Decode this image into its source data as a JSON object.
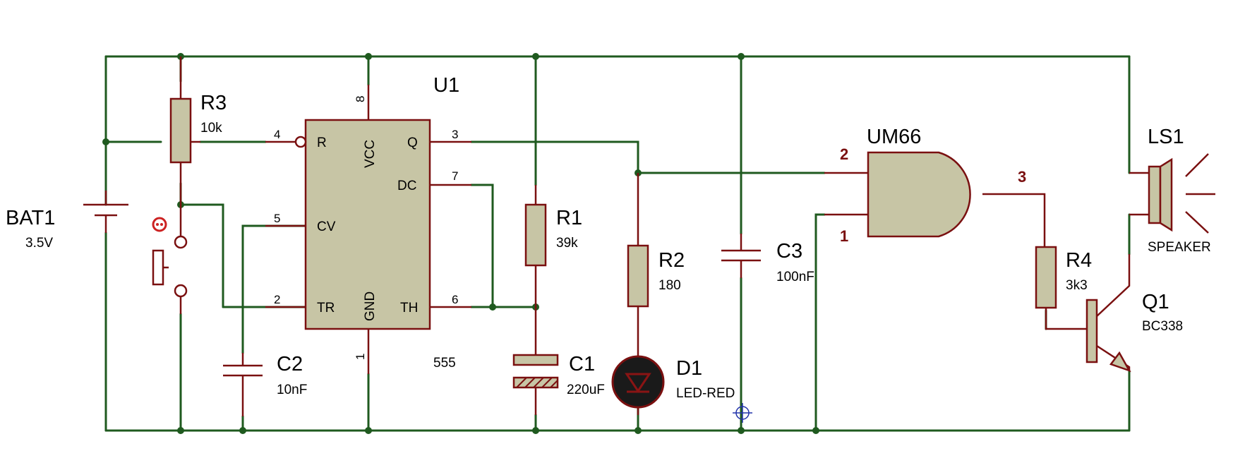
{
  "components": {
    "bat1": {
      "ref": "BAT1",
      "value": "3.5V"
    },
    "r3": {
      "ref": "R3",
      "value": "10k"
    },
    "u1": {
      "ref": "U1",
      "value": "555",
      "pins": {
        "R": "R",
        "VCC": "VCC",
        "Q": "Q",
        "DC": "DC",
        "CV": "CV",
        "TR": "TR",
        "GND": "GND",
        "TH": "TH"
      },
      "pin_numbers": {
        "p4": "4",
        "p8": "8",
        "p3": "3",
        "p7": "7",
        "p5": "5",
        "p2": "2",
        "p1": "1",
        "p6": "6"
      }
    },
    "c2": {
      "ref": "C2",
      "value": "10nF"
    },
    "r1": {
      "ref": "R1",
      "value": "39k"
    },
    "c1": {
      "ref": "C1",
      "value": "220uF"
    },
    "r2": {
      "ref": "R2",
      "value": "180"
    },
    "d1": {
      "ref": "D1",
      "value": "LED-RED"
    },
    "c3": {
      "ref": "C3",
      "value": "100nF"
    },
    "um66": {
      "ref": "UM66",
      "pin_numbers": {
        "p2": "2",
        "p1": "1",
        "p3": "3"
      }
    },
    "r4": {
      "ref": "R4",
      "value": "3k3"
    },
    "q1": {
      "ref": "Q1",
      "value": "BC338"
    },
    "ls1": {
      "ref": "LS1",
      "value": "SPEAKER"
    }
  },
  "colors": {
    "wire": "#1f5a1f",
    "pin": "#7a1010",
    "body": "#c7c5a5"
  }
}
